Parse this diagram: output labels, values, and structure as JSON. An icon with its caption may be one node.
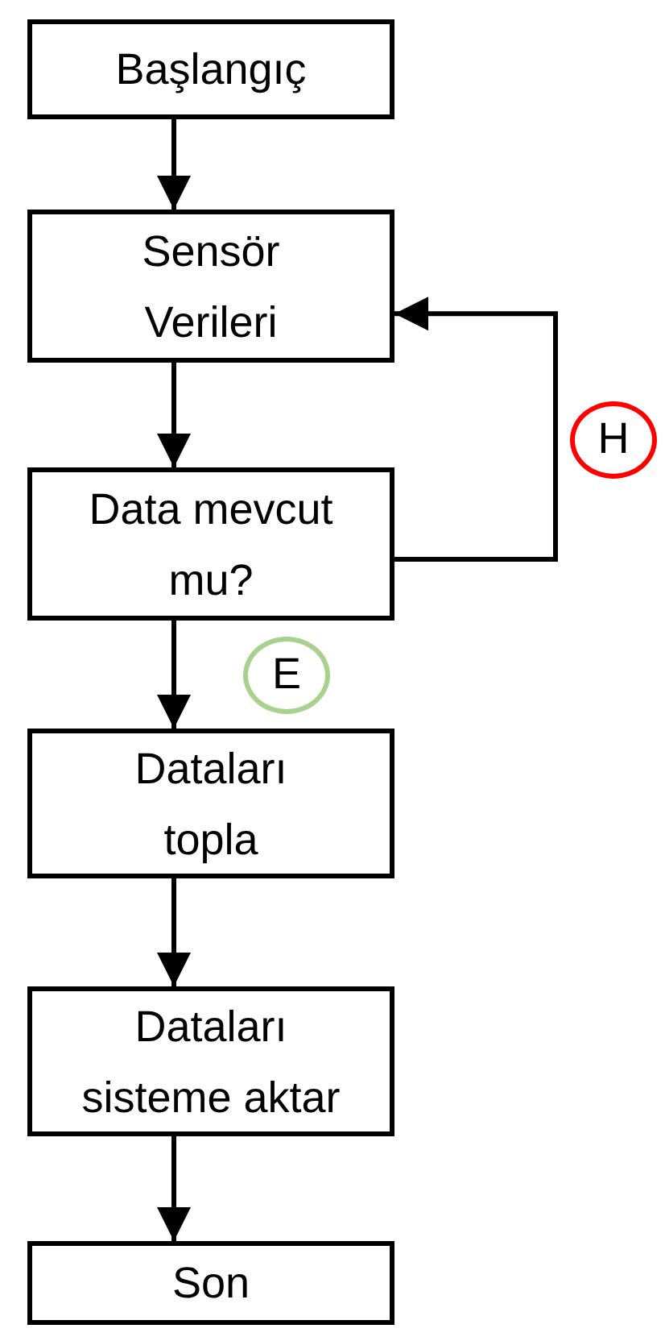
{
  "diagram": {
    "nodes": [
      {
        "text": [
          "Başlangıç"
        ]
      },
      {
        "text": [
          "Sensör Verileri"
        ]
      },
      {
        "text": [
          "Data mevcut mu?"
        ]
      },
      {
        "text": [
          "Dataları topla"
        ]
      },
      {
        "text": [
          "Dataları sisteme aktar"
        ]
      },
      {
        "text": [
          "Son"
        ]
      }
    ],
    "edges": [
      {
        "from": 0,
        "to": 1,
        "arrow": "to"
      },
      {
        "from": 1,
        "to": 2,
        "arrow": "to"
      },
      {
        "from": 2,
        "to": 3,
        "arrow": "to",
        "label": "E"
      },
      {
        "from": 2,
        "to": 1,
        "arrow": "to",
        "label": "H"
      },
      {
        "from": 3,
        "to": 4,
        "arrow": "to"
      },
      {
        "from": 4,
        "to": 5,
        "arrow": "to"
      }
    ]
  }
}
